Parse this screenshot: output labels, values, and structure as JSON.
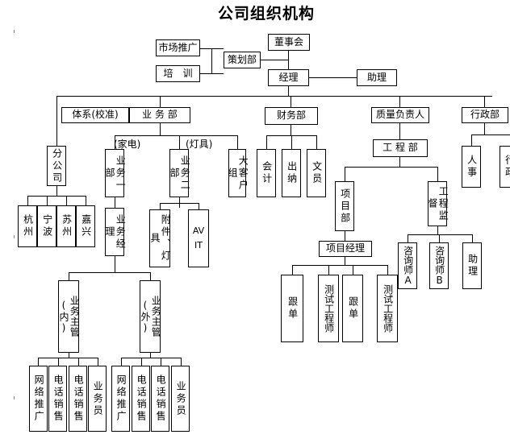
{
  "title": "公司组织机构",
  "nodes": {
    "board": "董事会",
    "market": "市场推广",
    "training": "培　训",
    "planning": "策划部",
    "manager": "经理",
    "assistant_top": "助理",
    "system": "体系(校准)",
    "business": "业 务 部",
    "finance": "财务部",
    "quality": "质量负责人",
    "admin": "行政部",
    "label_home": "(家电)",
    "label_lamp": "(灯具)",
    "branch": "分公司",
    "biz1": "业务一部",
    "biz2": "业务二部",
    "bigclient": "大客户组",
    "accounting": "会计",
    "cashier": "出纳",
    "clerk": "文员",
    "engineering": "工 程 部",
    "hr": "人事",
    "admin_cut": "行政",
    "hangzhou": "杭州",
    "ningbo": "宁波",
    "suzhou": "苏州",
    "jiaxing": "嘉兴",
    "biz_manager": "业务经理",
    "accessories": "附件、灯具",
    "av_it": "AV IT",
    "project_dept": "项目部",
    "eng_supervise": "工程监督",
    "project_manager": "项目经理",
    "consultant_a": "咨询师A",
    "consultant_b": "咨询师B",
    "assistant_eng": "助理",
    "supervisor_in": "业务主管(内)",
    "supervisor_out": "业务主管(外)",
    "follow1": "跟单",
    "test_eng1": "测试工程师",
    "follow2": "跟单",
    "test_eng2": "测试工程师",
    "in_online": "网络推广",
    "in_tel1": "电话销售",
    "in_tel2": "电话销售",
    "in_sales": "业务员",
    "out_online": "网络推广",
    "out_tel1": "电话销售",
    "out_tel2": "电话销售",
    "out_sales": "业务员"
  }
}
